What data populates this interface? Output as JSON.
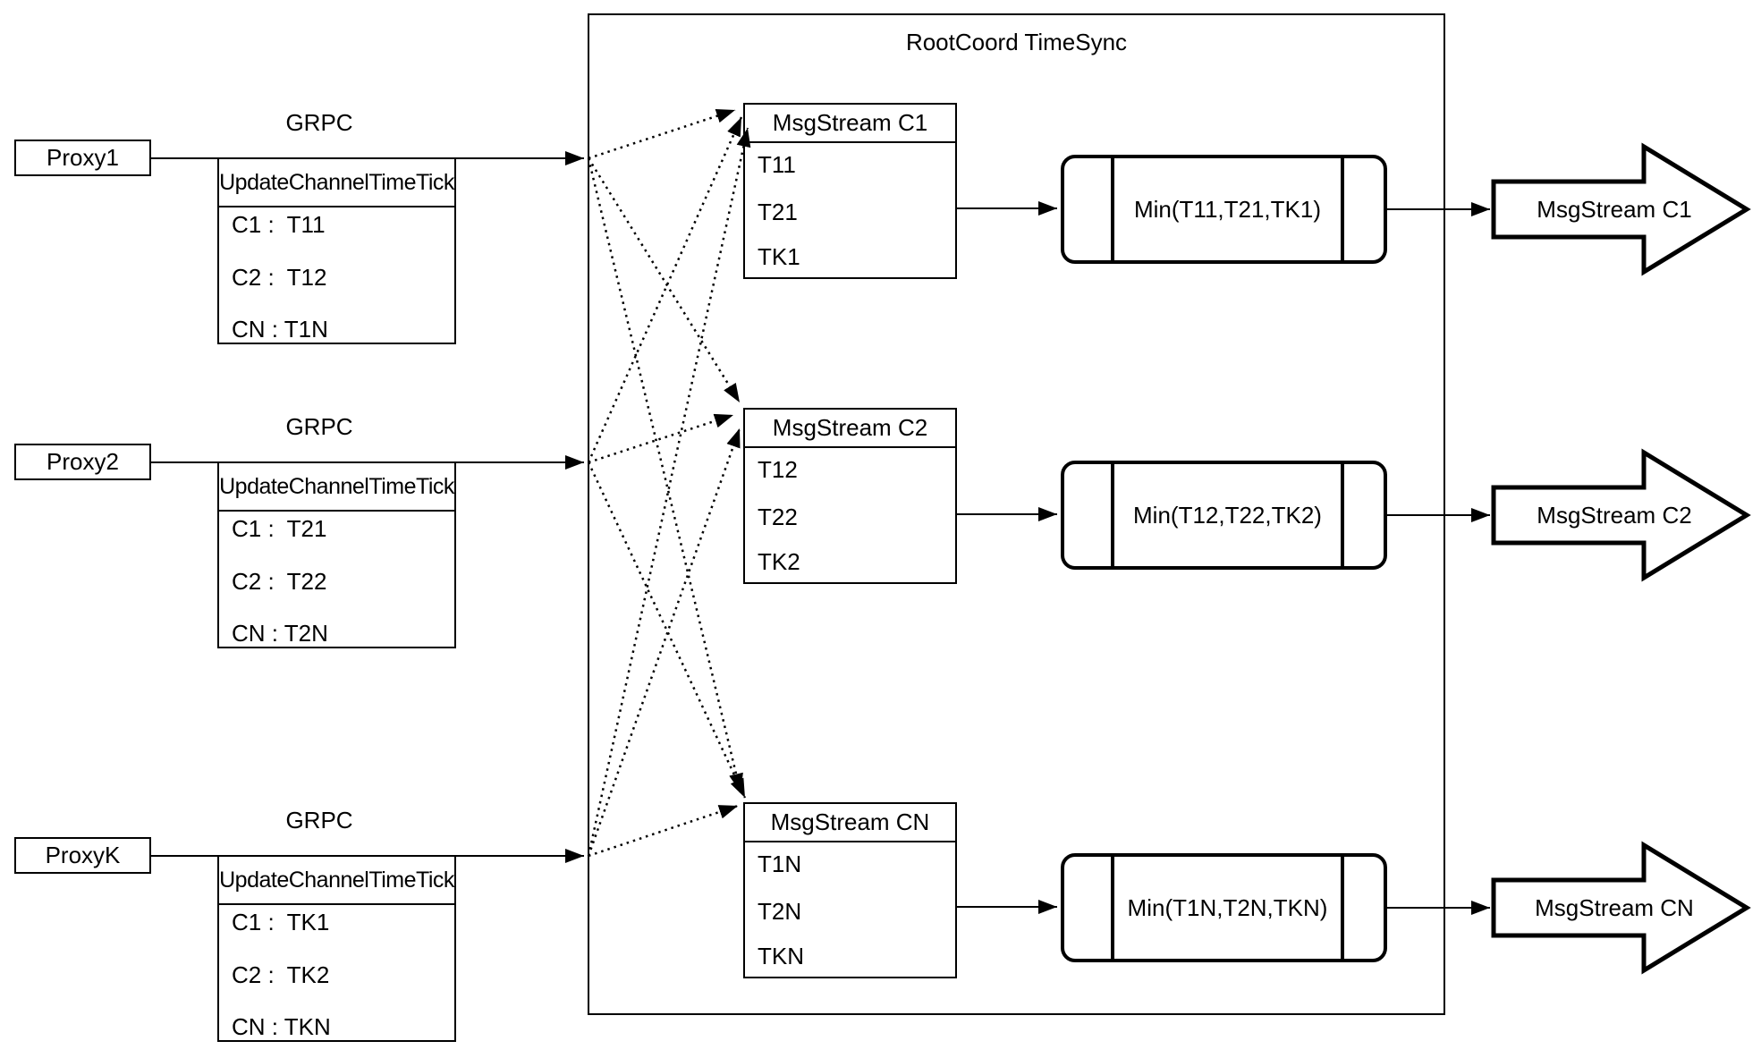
{
  "diagram": {
    "title": "RootCoord TimeSync",
    "grpc_label": "GRPC",
    "proxies": [
      {
        "name": "Proxy1",
        "table_title": "UpdateChannelTimeTick",
        "rows": [
          "C1 :  T11",
          "C2 :  T12",
          "CN : T1N"
        ]
      },
      {
        "name": "Proxy2",
        "table_title": "UpdateChannelTimeTick",
        "rows": [
          "C1 :  T21",
          "C2 :  T22",
          "CN : T2N"
        ]
      },
      {
        "name": "ProxyK",
        "table_title": "UpdateChannelTimeTick",
        "rows": [
          "C1 :  TK1",
          "C2 :  TK2",
          "CN : TKN"
        ]
      }
    ],
    "streams": [
      {
        "table_title": "MsgStream C1",
        "rows": [
          "T11",
          "T21",
          "TK1"
        ],
        "min_label": "Min(T11,T21,TK1)",
        "output_label": "MsgStream C1"
      },
      {
        "table_title": "MsgStream C2",
        "rows": [
          "T12",
          "T22",
          "TK2"
        ],
        "min_label": "Min(T12,T22,TK2)",
        "output_label": "MsgStream C2"
      },
      {
        "table_title": "MsgStream CN",
        "rows": [
          "T1N",
          "T2N",
          "TKN"
        ],
        "min_label": "Min(T1N,T2N,TKN)",
        "output_label": "MsgStream CN"
      }
    ],
    "colors": {
      "stroke": "#000000",
      "background": "#ffffff"
    }
  }
}
